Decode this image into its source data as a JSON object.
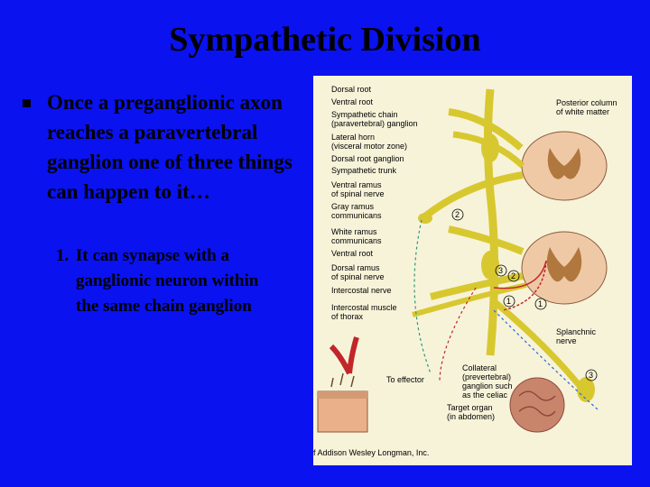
{
  "slide": {
    "title": "Sympathetic Division",
    "bullet_text": "Once a preganglionic axon reaches a paravertebral ganglion one of three things can happen to it…",
    "sub_number": "1.",
    "sub_line1": "It can synapse with a",
    "sub_line2": "ganglionic neuron within",
    "sub_line3": "the same chain ganglion"
  },
  "figure": {
    "labels_left": [
      "Dorsal root",
      "Ventral root",
      "Sympathetic chain",
      "(paravertebral) ganglion",
      "Lateral horn",
      "(visceral motor zone)",
      "Dorsal root ganglion",
      "Sympathetic trunk",
      "Ventral ramus",
      "of spinal nerve",
      "Gray ramus",
      "communicans",
      "White ramus",
      "communicans",
      "Ventral root",
      "Dorsal ramus",
      "of spinal nerve",
      "Intercostal nerve",
      "Intercostal muscle",
      "of thorax"
    ],
    "label_posterior_1": "Posterior column",
    "label_posterior_2": "of white matter",
    "label_splanchnic_1": "Splanchnic",
    "label_splanchnic_2": "nerve",
    "label_to_effector": "To effector",
    "label_collateral_1": "Collateral",
    "label_collateral_2": "(prevertebral)",
    "label_collateral_3": "ganglion such",
    "label_collateral_4": "as the celiac",
    "label_target_1": "Target organ",
    "label_target_2": "(in abdomen)",
    "copyright": "f Addison Wesley Longman, Inc.",
    "markers": [
      "2",
      "3",
      "2",
      "1",
      "1",
      "3"
    ]
  }
}
